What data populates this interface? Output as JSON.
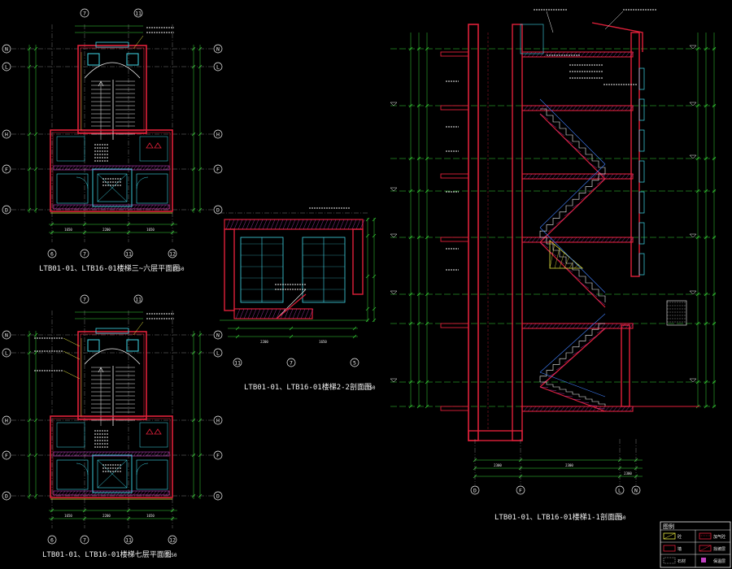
{
  "drawing": {
    "background": "#000000",
    "colors": {
      "wall_red": "#e0203a",
      "hatch_purple": "#c040c0",
      "dim_green": "#38d838",
      "axis_cyan": "#40d8e8",
      "text_white": "#f0f0f0",
      "leader_yellow": "#e8e840",
      "blue": "#4080ff"
    }
  },
  "plan_upper": {
    "title": "LTB01-01、LTB16-01楼梯三~六层平面图",
    "scale": "1:50",
    "top_axes": [
      "7",
      "11"
    ],
    "left_axes": [
      "N",
      "L",
      "H",
      "F",
      "D"
    ],
    "right_axes": [
      "N",
      "L",
      "H",
      "F",
      "D"
    ],
    "bottom_axes": [
      "6",
      "7",
      "11",
      "12"
    ],
    "bottom_dims": [
      "1650",
      "2200",
      "1650"
    ]
  },
  "plan_lower": {
    "title": "LTB01-01、LTB16-01楼梯七层平面图",
    "scale": "1:50",
    "top_axes": [
      "7",
      "11"
    ],
    "left_axes": [
      "N",
      "L",
      "H",
      "F",
      "D"
    ],
    "right_axes": [
      "N",
      "L",
      "H",
      "F",
      "D"
    ],
    "bottom_axes": [
      "6",
      "7",
      "11",
      "12"
    ],
    "bottom_dims": [
      "1650",
      "2200",
      "1650"
    ]
  },
  "section_22": {
    "title": "LTB01-01、LTB16-01楼梯2-2剖面图",
    "scale": "1:50",
    "bottom_axes": [
      "11",
      "7",
      "5"
    ],
    "bottom_dims": [
      "2200",
      "1650"
    ]
  },
  "section_11": {
    "title": "LTB01-01、LTB16-01楼梯1-1剖面图",
    "scale": "1:50",
    "bottom_axes": [
      "D",
      "F",
      "L",
      "N"
    ],
    "bottom_dims": [
      "2300",
      "2300",
      "2300"
    ]
  },
  "legend": {
    "title": "图例",
    "items": [
      "砼",
      "加气砼",
      "墙",
      "找坡层",
      "石材",
      "保温层"
    ]
  }
}
